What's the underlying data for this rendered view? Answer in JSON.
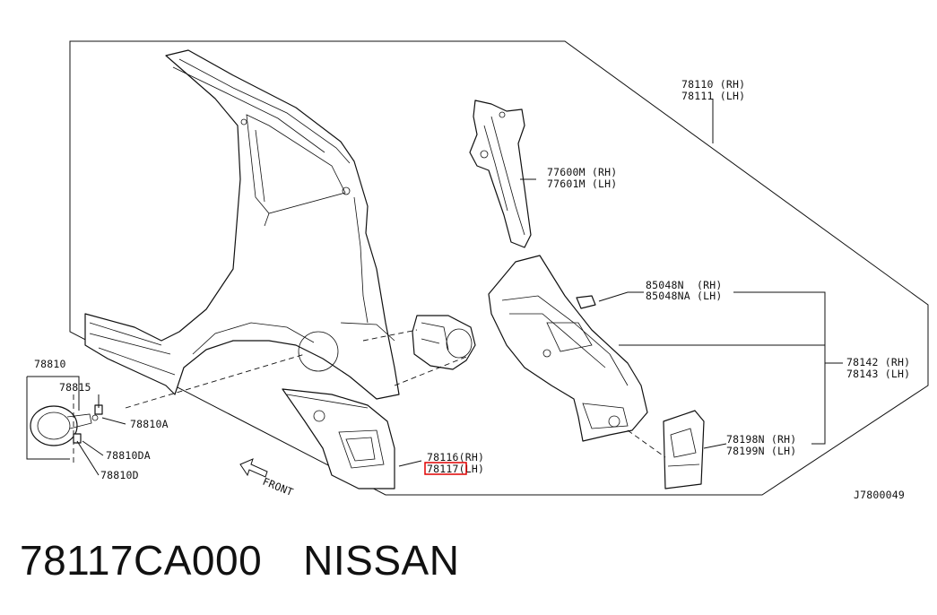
{
  "callouts": {
    "c78110": [
      "78110 (RH)",
      "78111 (LH)"
    ],
    "c77600": [
      "77600M (RH)",
      "77601M (LH)"
    ],
    "c85048": [
      "85048N  (RH)",
      "85048NA (LH)"
    ],
    "c78142": [
      "78142 (RH)",
      "78143 (LH)"
    ],
    "c78198": [
      "78198N (RH)",
      "78199N (LH)"
    ],
    "c78116": [
      "78116(RH)",
      "78117(LH)"
    ],
    "c78810": "78810",
    "c78815": "78815",
    "c78810A": "78810A",
    "c78810DA": "78810DA",
    "c78810D": "78810D",
    "front": "FRONT",
    "ref": "J7800049"
  },
  "highlight_color": "#e00000",
  "caption": {
    "part_number": "78117CA000",
    "brand": "NISSAN"
  }
}
